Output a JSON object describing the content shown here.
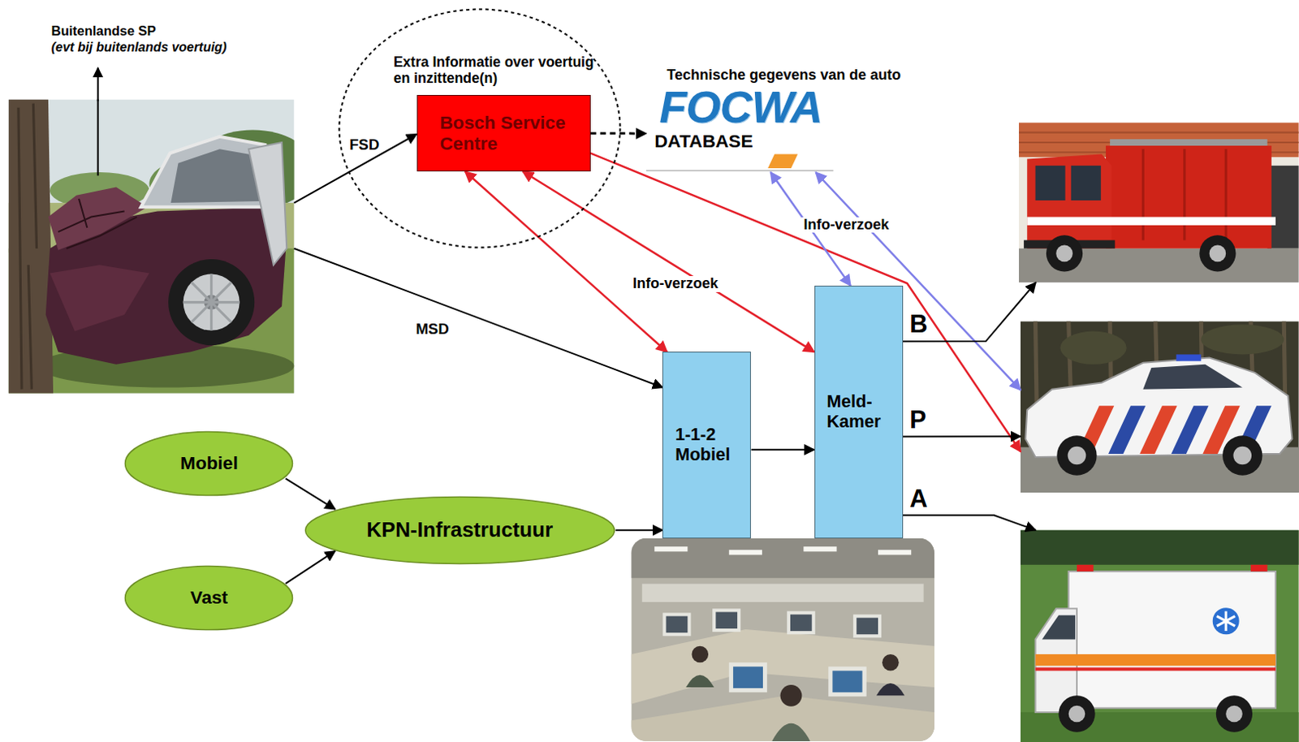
{
  "diagram": {
    "nodes": [
      {
        "text": []
      },
      {
        "text": [
          "Extra Informatie over voertuig en inzittende(n)"
        ]
      },
      {
        "text": [
          "Bosch Service Centre"
        ],
        "in": 1
      },
      {
        "text": [
          "Technische gegevens van de auto",
          "FOCWA",
          "DATABASE"
        ]
      },
      {
        "text": []
      },
      {
        "text": []
      },
      {
        "text": [
          "1-1-2 Mobiel"
        ]
      },
      {
        "text": [
          "Meld- Kamer"
        ]
      },
      {
        "text": []
      },
      {
        "text": [
          "Mobiel"
        ]
      },
      {
        "text": [
          "KPN-Infrastructuur"
        ]
      },
      {
        "text": [
          "Vast"
        ]
      }
    ],
    "edges": [
      {
        "from": 0,
        "to": 2,
        "label": "FSD",
        "arrow": "to"
      },
      {
        "from": 0,
        "to": 6,
        "label": "MSD",
        "arrow": "to"
      },
      {
        "from": 2,
        "to": 3,
        "arrow": "to"
      },
      {
        "from": 2,
        "to": 6,
        "arrow": "both"
      },
      {
        "from": 2,
        "to": 7,
        "label": "Info-verzoek",
        "arrow": "both"
      },
      {
        "from": 2,
        "to": 5,
        "arrow": "to"
      },
      {
        "from": 3,
        "to": 7,
        "label": "Info-verzoek",
        "arrow": "both"
      },
      {
        "from": 3,
        "to": 5,
        "arrow": "both"
      },
      {
        "from": 6,
        "to": 7,
        "arrow": "to"
      },
      {
        "from": 7,
        "to": 4,
        "label": "B",
        "arrow": "to"
      },
      {
        "from": 7,
        "to": 5,
        "label": "P",
        "arrow": "to"
      },
      {
        "from": 7,
        "to": 8,
        "label": "A",
        "arrow": "to"
      },
      {
        "from": 9,
        "to": 10,
        "arrow": "to"
      },
      {
        "from": 11,
        "to": 10,
        "arrow": "to"
      },
      {
        "from": 10,
        "to": 6,
        "arrow": "to"
      }
    ],
    "labels": [
      "Buitenlandse SP",
      "(evt bij buitenlands voertuig)"
    ]
  }
}
